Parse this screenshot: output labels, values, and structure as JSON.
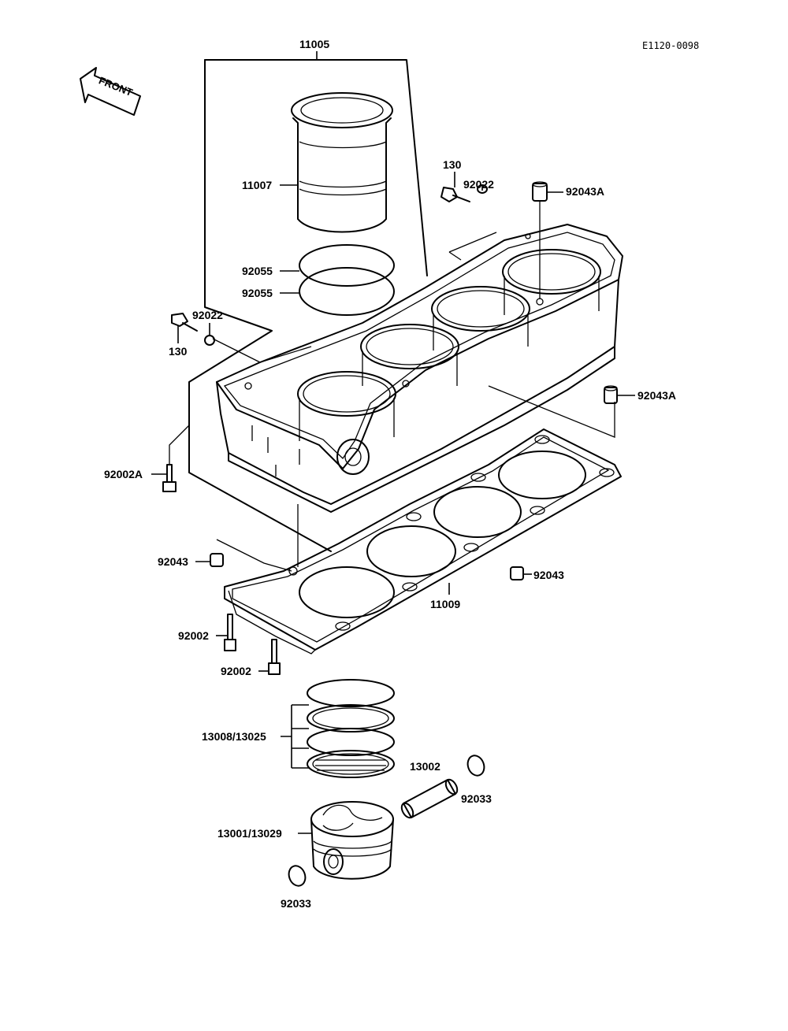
{
  "diagram": {
    "drawing_code": "E1120-0098",
    "front_label": "FRONT",
    "parts": {
      "p11005": "11005",
      "p11007": "11007",
      "p92055a": "92055",
      "p92055b": "92055",
      "p130_top": "130",
      "p92022_top": "92022",
      "p92043a_top": "92043A",
      "p92022_left": "92022",
      "p130_left": "130",
      "p92043a_right": "92043A",
      "p92002a": "92002A",
      "p92043_left": "92043",
      "p92043_right": "92043",
      "p11009": "11009",
      "p92002_a": "92002",
      "p92002_b": "92002",
      "p13008": "13008/13025",
      "p13002": "13002",
      "p92033_right": "92033",
      "p13001": "13001/13029",
      "p92033_bottom": "92033"
    }
  }
}
